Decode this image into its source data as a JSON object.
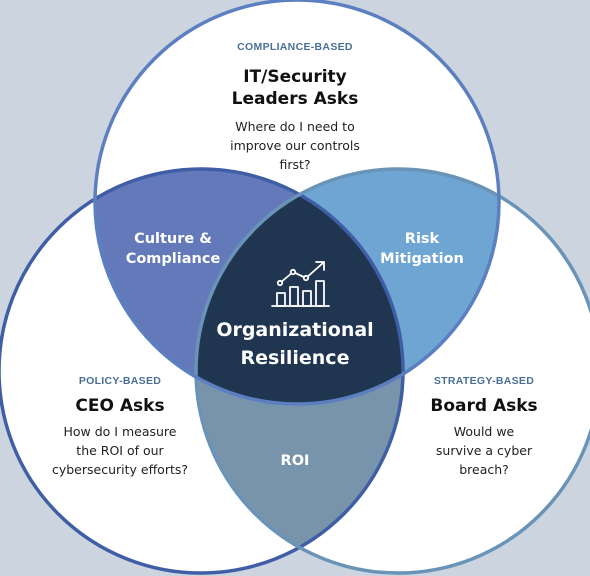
{
  "top_circle": {
    "category": "COMPLIANCE-BASED",
    "title_line1": "IT/Security",
    "title_line2": "Leaders Asks",
    "question_line1": "Where do I need to",
    "question_line2": "improve our controls",
    "question_line3": "first?"
  },
  "left_circle": {
    "category": "POLICY-BASED",
    "title": "CEO Asks",
    "question_line1": "How do I measure",
    "question_line2": "the ROI of our",
    "question_line3": "cybersecurity efforts?"
  },
  "right_circle": {
    "category": "STRATEGY-BASED",
    "title": "Board Asks",
    "question_line1": "Would we",
    "question_line2": "survive a cyber",
    "question_line3": "breach?"
  },
  "overlaps": {
    "top_left_line1": "Culture &",
    "top_left_line2": "Compliance",
    "top_right_line1": "Risk",
    "top_right_line2": "Mitigation",
    "bottom": "ROI"
  },
  "center": {
    "line1": "Organizational",
    "line2": "Resilience",
    "icon": "bar-chart-trend-icon"
  },
  "colors": {
    "background": "#ccd5df",
    "circle_fill": "#ffffff",
    "top_circle_stroke": "#5b7fc0",
    "left_circle_stroke": "#3f5ea6",
    "right_circle_stroke": "#6a93b8",
    "culture_compliance": "#6379ba",
    "risk_mitigation": "#6ea5d2",
    "roi": "#7894ab",
    "center": "#1f3550"
  }
}
